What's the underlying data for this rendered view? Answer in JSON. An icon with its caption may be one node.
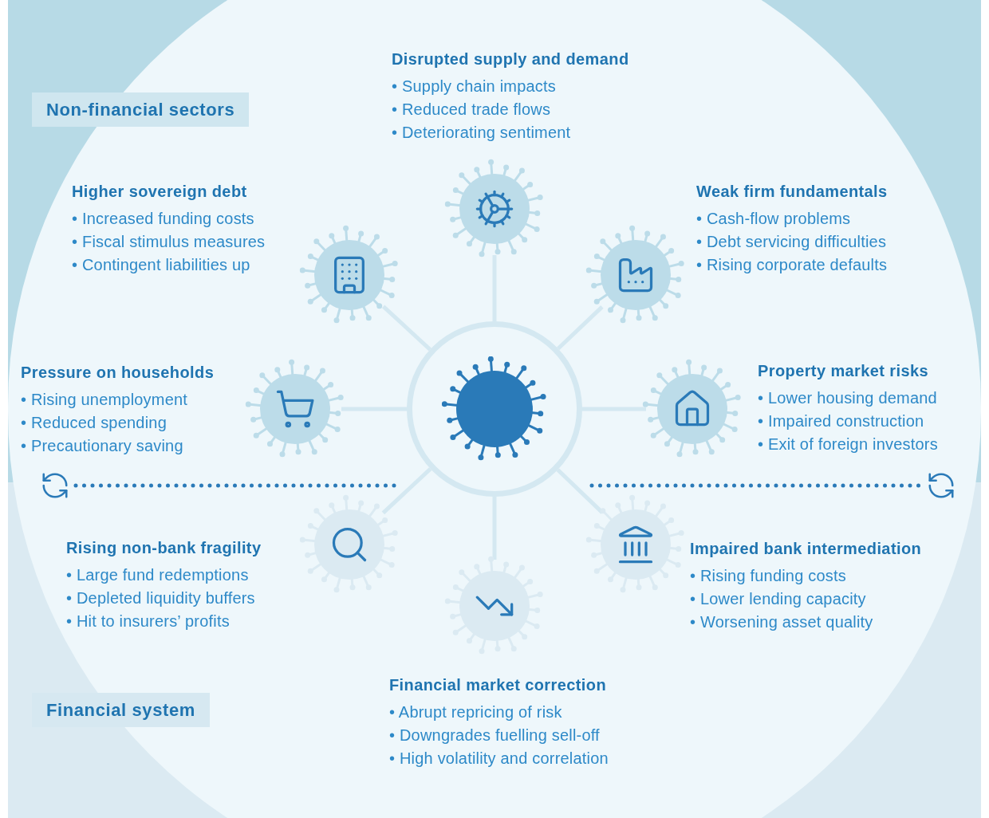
{
  "diagram": {
    "nodes": [
      {
        "text": [],
        "shape": "circle"
      },
      {
        "text": [],
        "shape": "picture",
        "beside": [
          "Disrupted supply and demand",
          "• Supply chain impacts",
          "• Reduced trade flows",
          "• Deteriorating sentiment"
        ]
      },
      {
        "text": [],
        "shape": "picture",
        "beside": [
          "Higher sovereign debt",
          "• Increased funding costs",
          "• Fiscal stimulus measures",
          "• Contingent liabilities up"
        ]
      },
      {
        "text": [],
        "shape": "picture",
        "beside": [
          "Weak firm fundamentals",
          "• Cash-flow problems",
          "• Debt servicing difficulties",
          "• Rising corporate defaults"
        ]
      },
      {
        "text": [],
        "shape": "picture",
        "beside": [
          "Pressure on households",
          "• Rising unemployment",
          "• Reduced spending",
          "• Precautionary saving"
        ]
      },
      {
        "text": [],
        "shape": "picture",
        "beside": [
          "Property market risks",
          "• Lower housing demand",
          "• Impaired construction",
          "• Exit of foreign investors"
        ]
      },
      {
        "text": [],
        "shape": "picture",
        "beside": [
          "Rising non-bank fragility",
          "• Large fund redemptions",
          "• Depleted liquidity buffers",
          "• Hit to insurers’ profits"
        ]
      },
      {
        "text": [],
        "shape": "picture",
        "beside": [
          "Impaired bank intermediation",
          "• Rising funding costs",
          "• Lower lending capacity",
          "• Worsening asset quality"
        ]
      },
      {
        "text": [],
        "shape": "picture",
        "beside": [
          "Financial market correction",
          "• Abrupt repricing of risk",
          "• Downgrades fuelling sell-off",
          "• High volatility and correlation"
        ]
      }
    ],
    "edges": [
      {
        "from": 0,
        "to": 1,
        "arrow": "none"
      },
      {
        "from": 0,
        "to": 2,
        "arrow": "none"
      },
      {
        "from": 0,
        "to": 3,
        "arrow": "none"
      },
      {
        "from": 0,
        "to": 4,
        "arrow": "none"
      },
      {
        "from": 0,
        "to": 5,
        "arrow": "none"
      },
      {
        "from": 0,
        "to": 6,
        "arrow": "none"
      },
      {
        "from": 0,
        "to": 7,
        "arrow": "none"
      },
      {
        "from": 0,
        "to": 8,
        "arrow": "none"
      }
    ],
    "labels": [
      "Non-financial sectors",
      "Financial system"
    ]
  }
}
